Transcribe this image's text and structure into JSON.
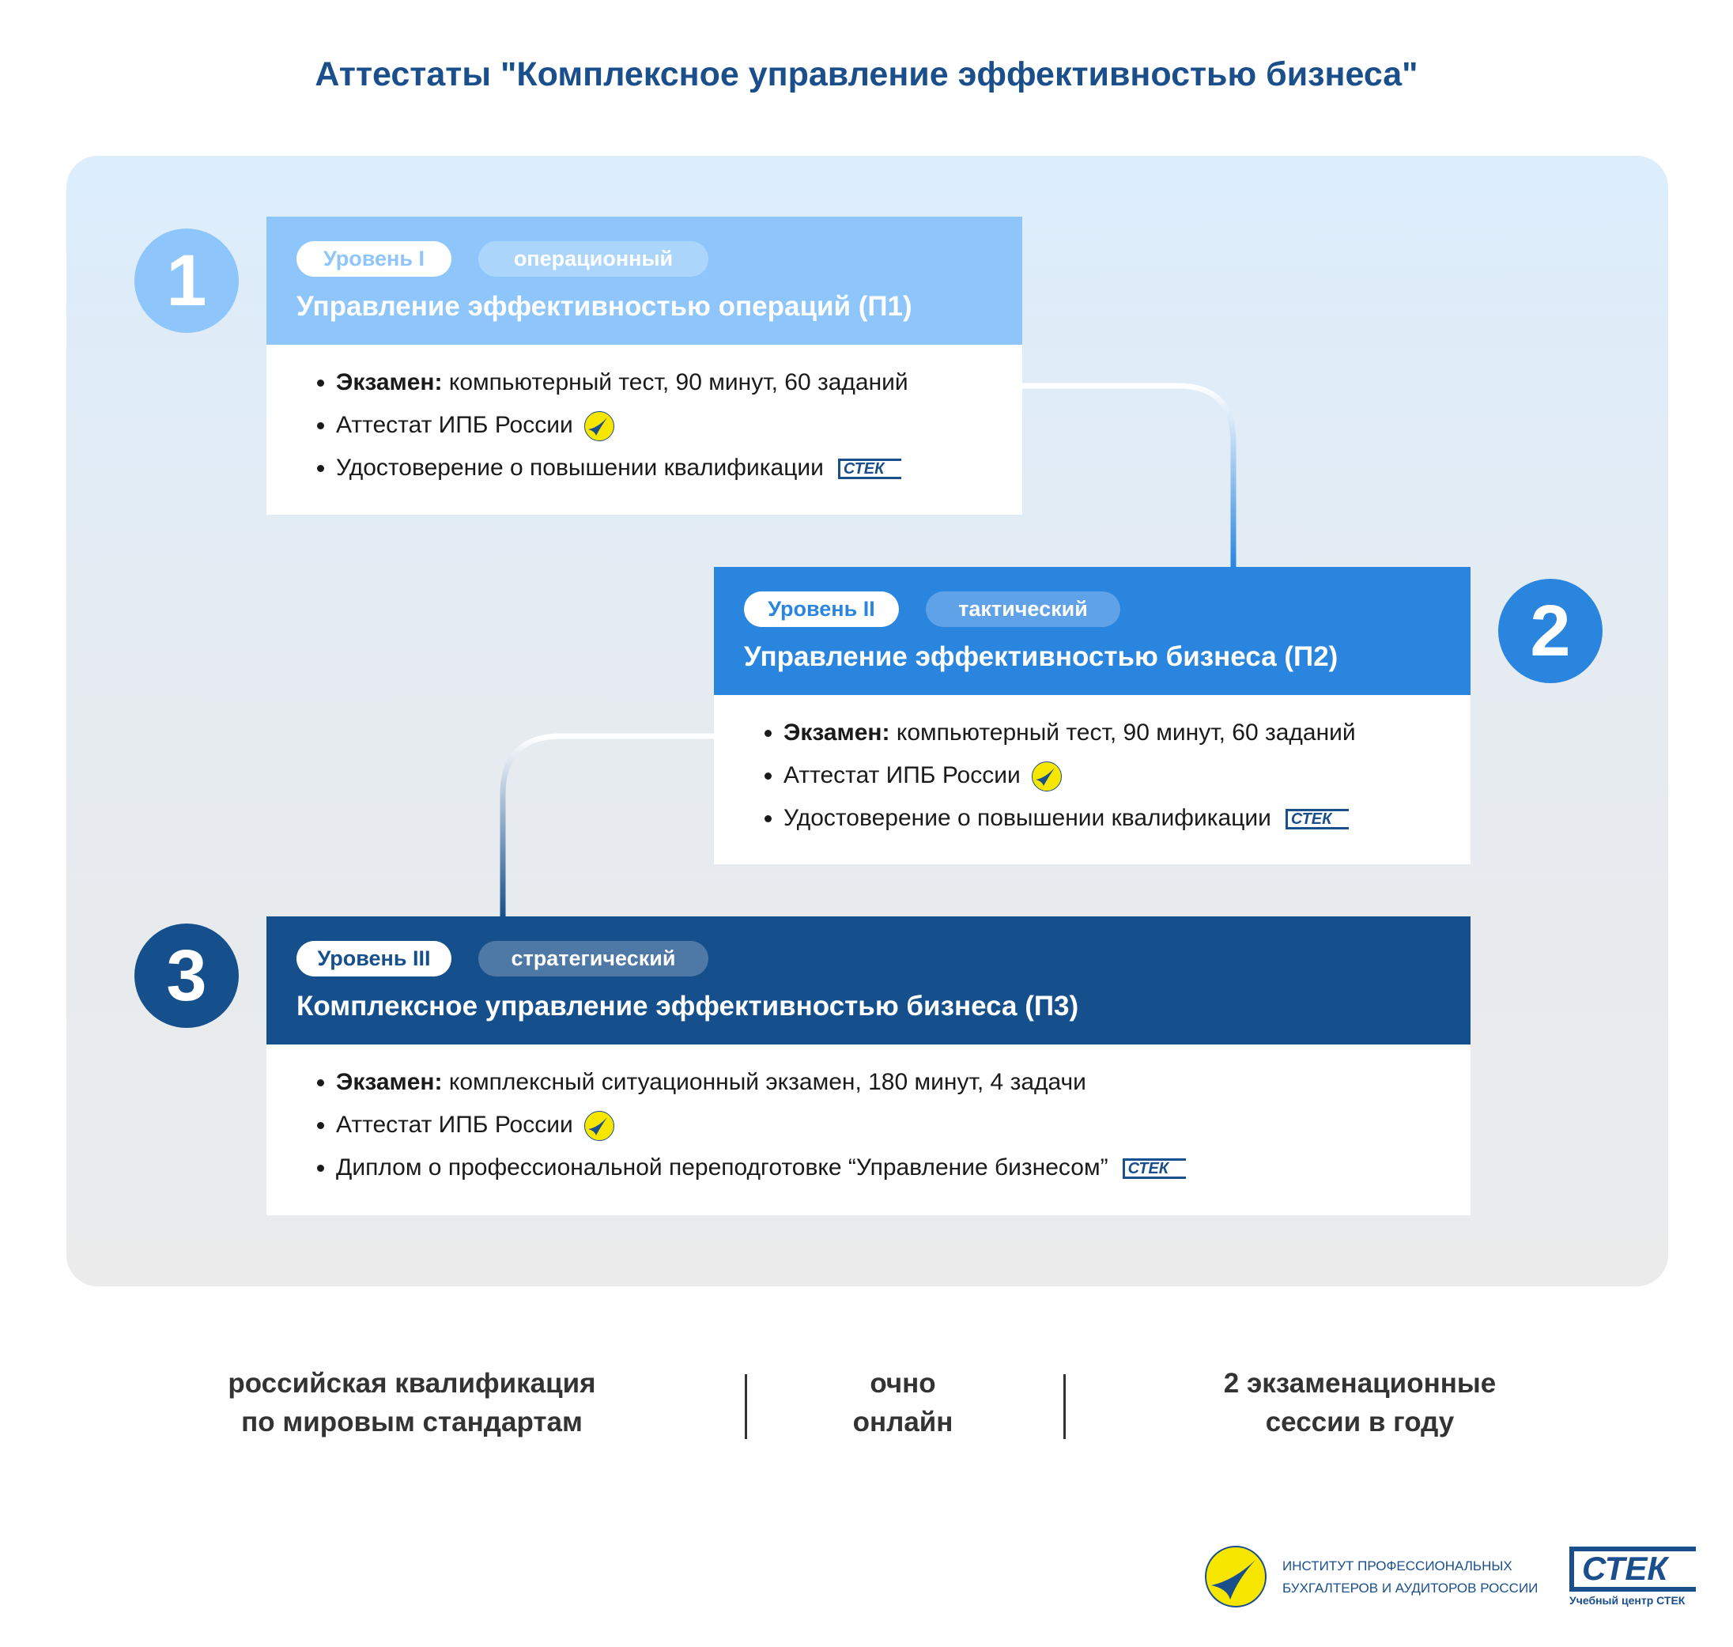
{
  "title": "Аттестаты \"Комплексное управление эффективностью бизнеса\"",
  "levels": [
    {
      "number": "1",
      "badge": "Уровень I",
      "type": "операционный",
      "title": "Управление эффективностью операций (П1)",
      "exam_label": "Экзамен:",
      "exam": " компьютерный тест, 90 минут, 60 заданий",
      "attestat": "Аттестат ИПБ России",
      "certificate": "Удостоверение о повышении квалификации",
      "color": "#8ec5fb"
    },
    {
      "number": "2",
      "badge": "Уровень II",
      "type": "тактический",
      "title": "Управление эффективностью бизнеса (П2)",
      "exam_label": "Экзамен:",
      "exam": " компьютерный тест, 90 минут, 60 заданий",
      "attestat": "Аттестат ИПБ России",
      "certificate": "Удостоверение о повышении квалификации",
      "color": "#2a85df"
    },
    {
      "number": "3",
      "badge": "Уровень III",
      "type": "стратегический",
      "title": "Комплексное управление эффективностью бизнеса (П3)",
      "exam_label": "Экзамен:",
      "exam": " комплексный ситуационный экзамен, 180 минут, 4 задачи",
      "attestat": "Аттестат ИПБ России",
      "certificate": "Диплом о профессиональной переподготовке “Управление бизнесом”",
      "color": "#16508c"
    }
  ],
  "footer": {
    "col1": [
      "российская квалификация",
      "по мировым стандартам"
    ],
    "col2": [
      "очно",
      "онлайн"
    ],
    "col3": [
      "2 экзаменационные",
      "сессии в году"
    ]
  },
  "logos": {
    "ipb_text": [
      "ИНСТИТУТ ПРОФЕССИОНАЛЬНЫХ",
      "БУХГАЛТЕРОВ И АУДИТОРОВ РОССИИ"
    ],
    "stek_mark": "СТЕК",
    "stek_caption": "Учебный центр СТЕК"
  }
}
